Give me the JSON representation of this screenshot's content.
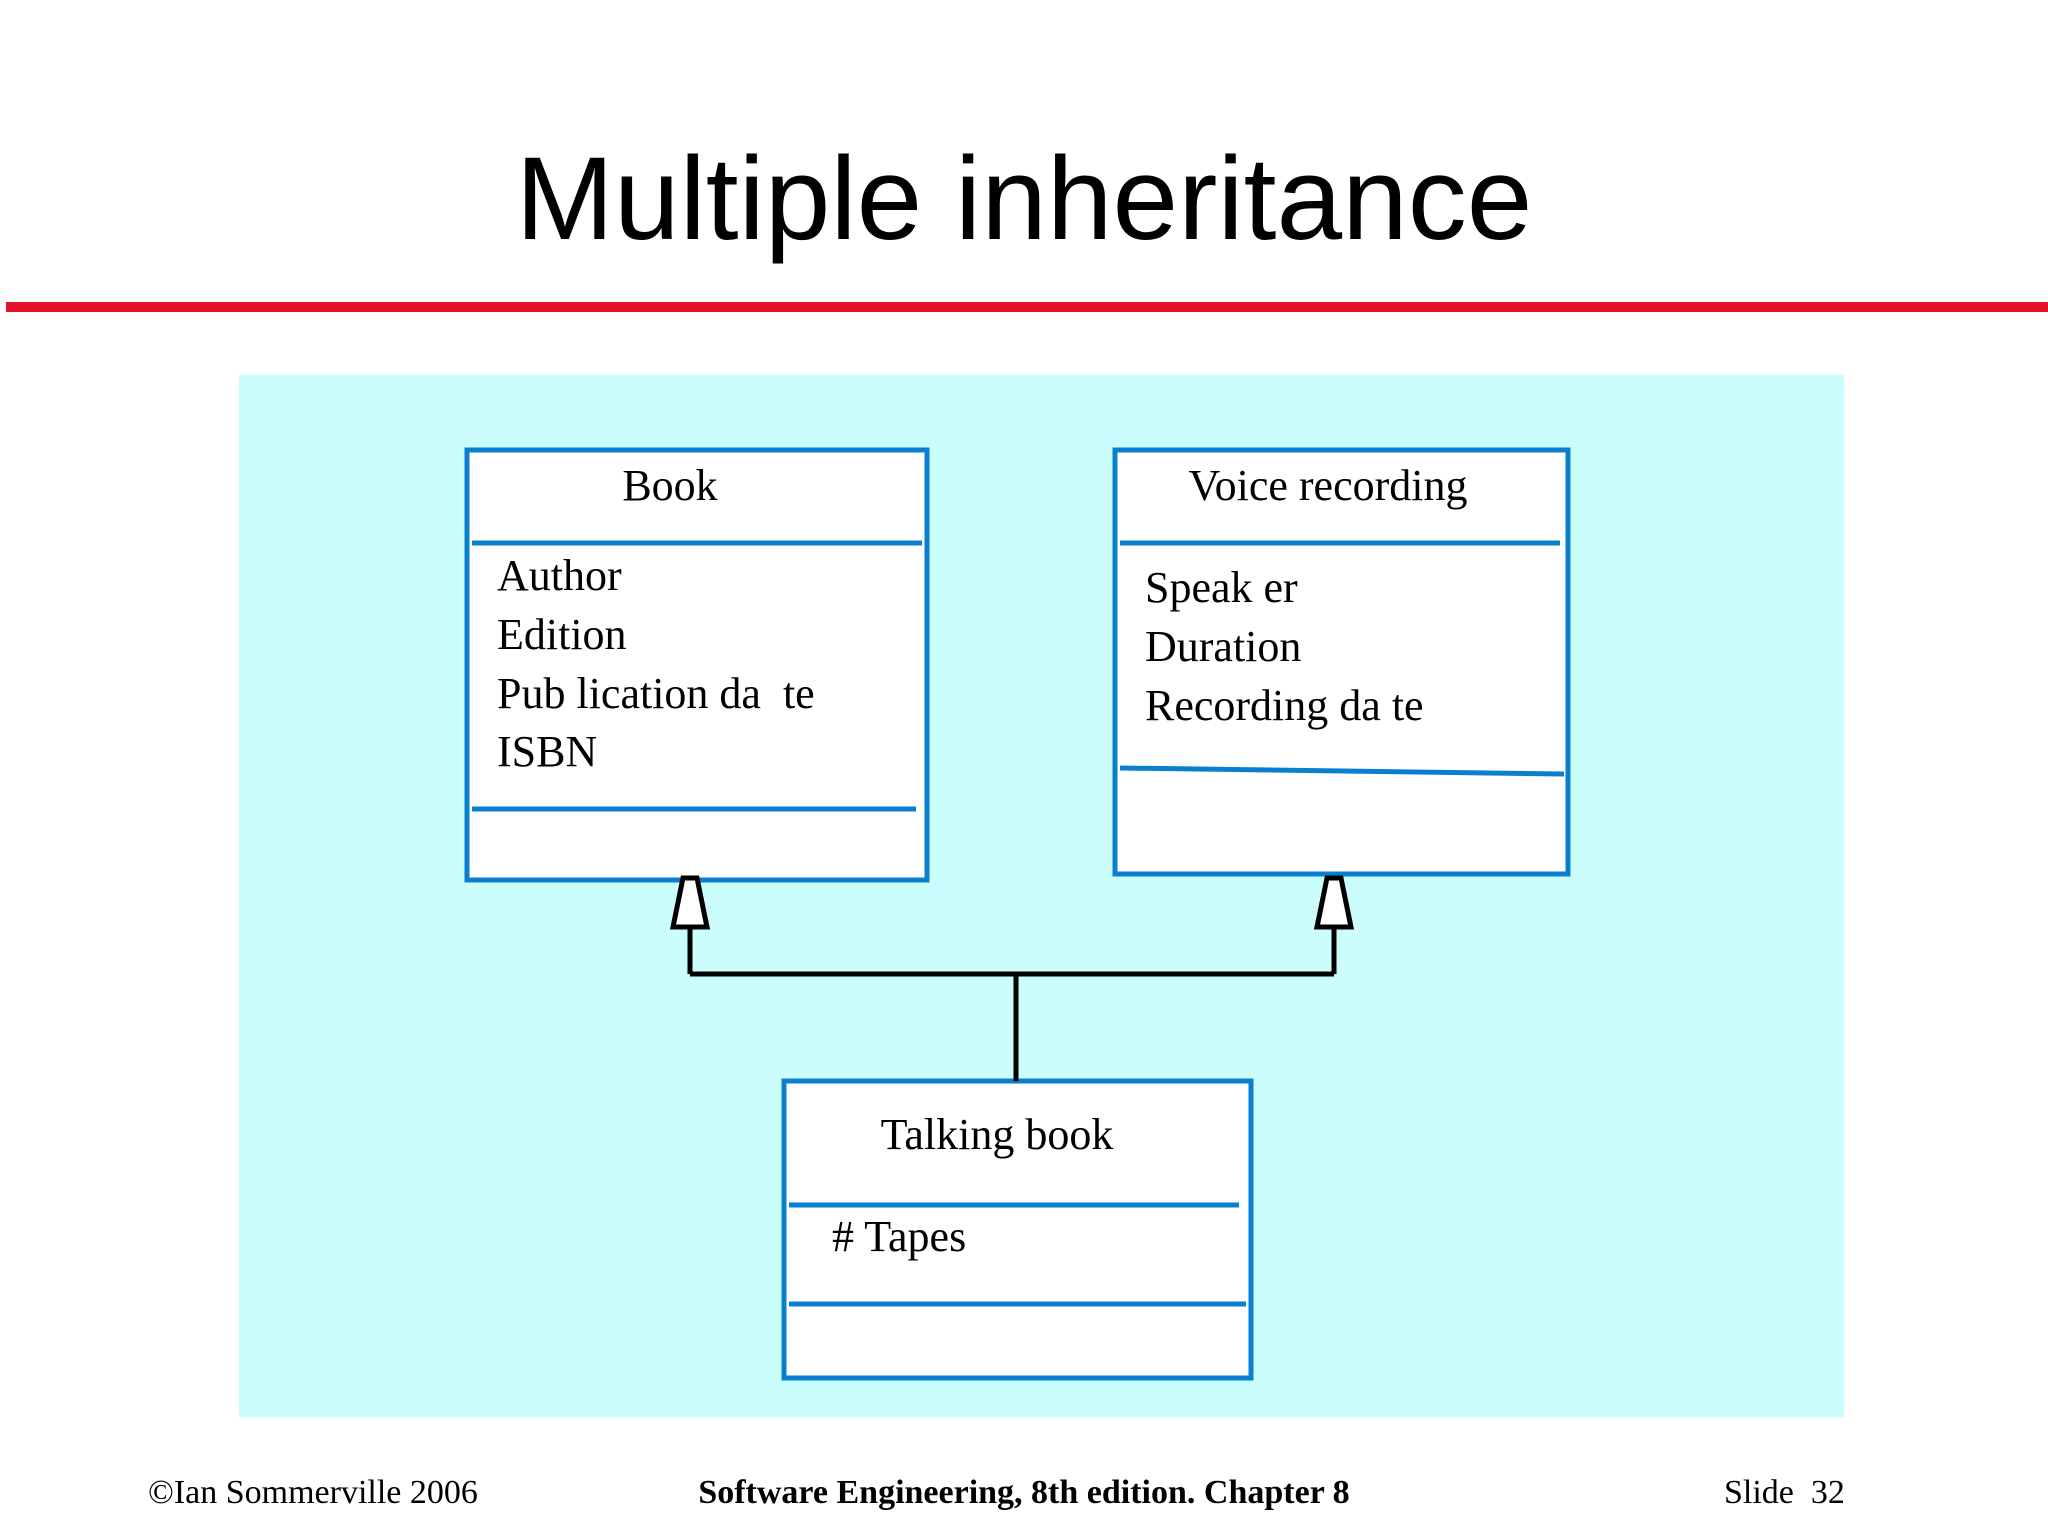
{
  "slide": {
    "title": "Multiple inheritance",
    "footer_left": "©Ian Sommerville 2006",
    "footer_center": "Software Engineering, 8th edition. Chapter 8",
    "footer_right": "Slide  32"
  },
  "colors": {
    "rule": "#e8102a",
    "panel_background": "#ccfdfd",
    "class_border": "#0a7fcf",
    "connector": "#000000"
  },
  "diagram": {
    "classes": [
      {
        "name": "Book",
        "attributes": [
          "Author",
          "Edition",
          "Pub lication da  te",
          "ISBN"
        ]
      },
      {
        "name": "Voice recording",
        "attributes": [
          "Speak er",
          "Duration",
          "Recording da te"
        ]
      },
      {
        "name": "Talking book",
        "attributes": [
          "# Tapes"
        ]
      }
    ],
    "relationships": [
      {
        "type": "generalization",
        "from": "Talking book",
        "to": "Book"
      },
      {
        "type": "generalization",
        "from": "Talking book",
        "to": "Voice recording"
      }
    ]
  }
}
